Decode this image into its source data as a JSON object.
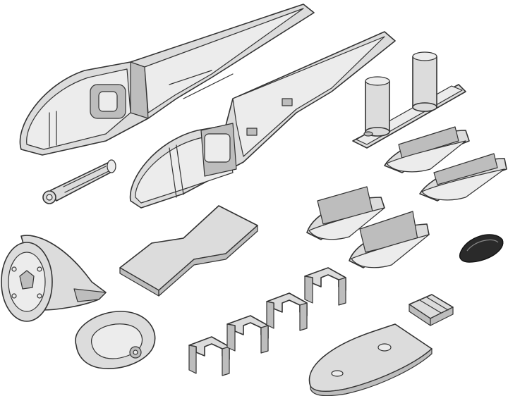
{
  "figure": {
    "kind": "exploded-parts-drawing",
    "colors": {
      "background": "#ffffff",
      "part_fill": "#dcdcdc",
      "part_shade": "#bdbdbd",
      "part_light": "#ececec",
      "outline": "#333333",
      "dark_part": "#2a2a2a"
    },
    "parts": [
      "fuselage-half-left",
      "fuselage-half-right",
      "servo-tray-horizontal",
      "twin-tube-mount",
      "wing-fairing-1",
      "wing-fairing-2",
      "wing-fairing-3",
      "wing-fairing-4",
      "rubber-plug",
      "pushrod-connector",
      "plate",
      "nose-cone",
      "band-clamp",
      "clip-1",
      "clip-2",
      "clip-3",
      "clip-4",
      "hinge-block",
      "belly-plate"
    ]
  }
}
